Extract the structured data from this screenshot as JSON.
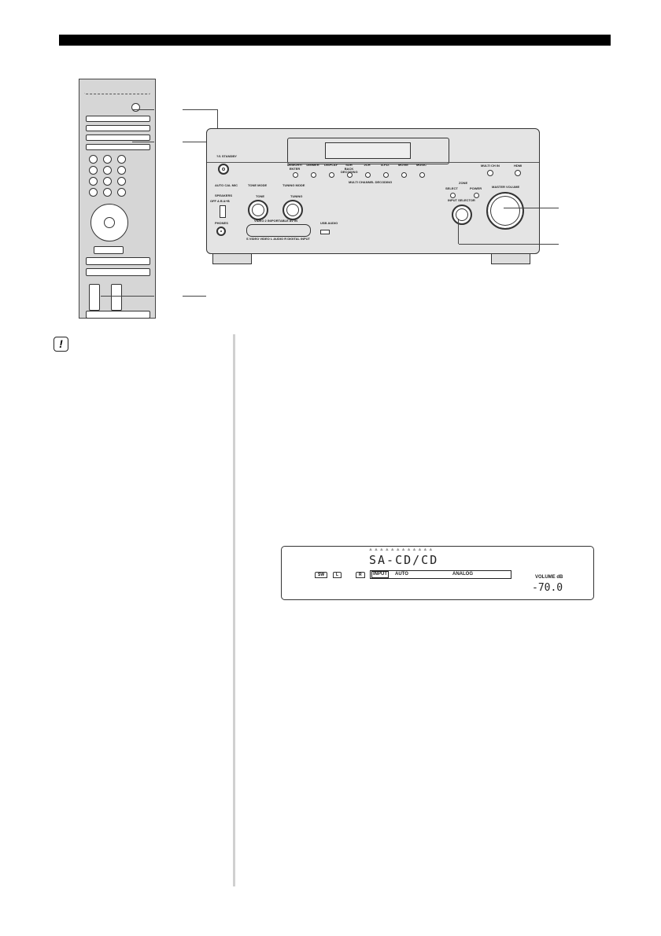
{
  "note_icon": "!",
  "remote": {
    "icon": "remote-control-illustration"
  },
  "receiver": {
    "standby_label": "?/1 STANDBY",
    "front_buttons": [
      "MEMORY/ ENTER",
      "DIMMER",
      "DISPLAY",
      "SUR BACK DECODING",
      "2CH",
      "A.F.D.",
      "MOVIE",
      "MUSIC"
    ],
    "multi_ch_in": "MULTI CH IN",
    "hdmi": "HDMI",
    "multi_channel_decoding": "MULTI CHANNEL DECODING",
    "auto_cal_mic": "AUTO CAL MIC",
    "tone_mode": "TONE MODE",
    "tone": "TONE",
    "tuning_mode": "TUNING MODE",
    "tuning": "TUNING",
    "speakers": "SPEAKERS",
    "speakers_positions": "OFF A B A+B",
    "phones": "PHONES",
    "video2_in": "VIDEO 2 IN/PORTABLE AV IN",
    "jack_labels": "S VIDEO  VIDEO   L AUDIO R   DIGITAL INPUT",
    "usb_audio": "USB AUDIO",
    "zone": "ZONE",
    "zone_select": "SELECT",
    "zone_power": "POWER",
    "input_selector": "INPUT SELECTOR",
    "master_volume": "MASTER VOLUME"
  },
  "display": {
    "source": "SA-CD/CD",
    "speaker_tags": [
      "SW",
      "L",
      "R"
    ],
    "input_label": "INPUT",
    "auto_label": "AUTO",
    "analog_label": "ANALOG",
    "volume_label": "VOLUME dB",
    "volume_value": "-70.0"
  }
}
